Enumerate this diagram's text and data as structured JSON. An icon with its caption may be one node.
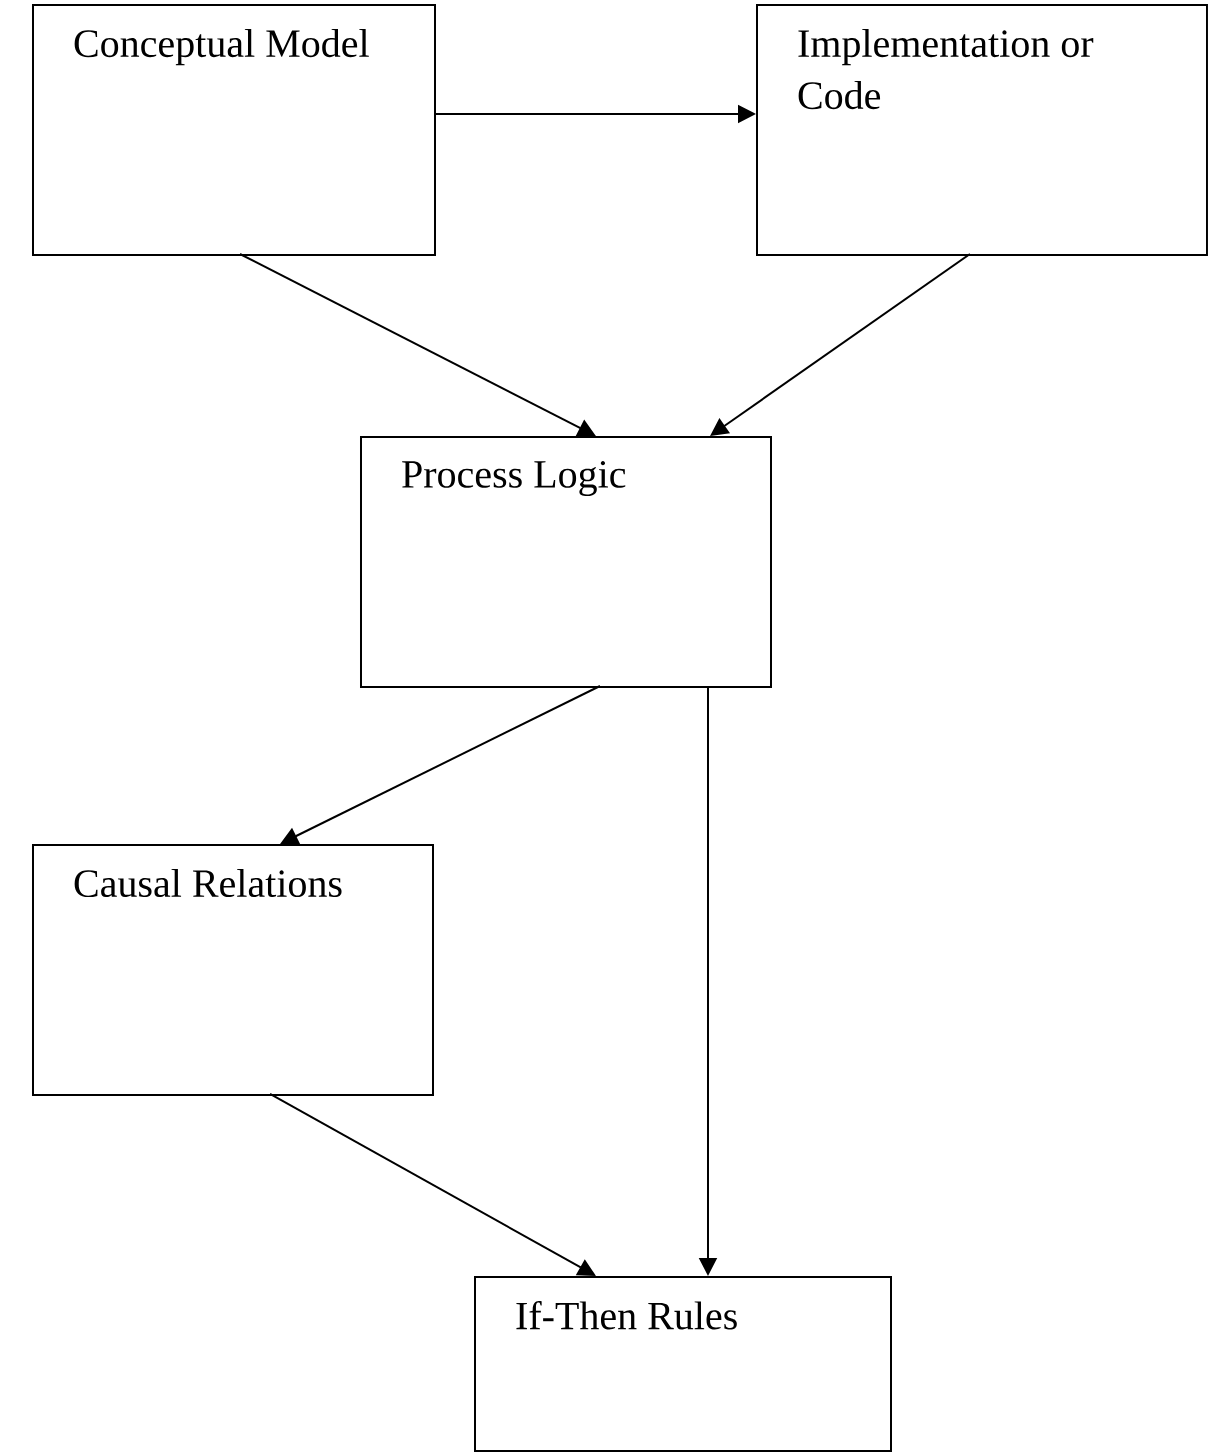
{
  "diagram": {
    "nodes": [
      {
        "text": [
          "Conceptual Model"
        ]
      },
      {
        "text": [
          "Implementation or Code"
        ]
      },
      {
        "text": [
          "Process Logic"
        ]
      },
      {
        "text": [
          "Causal Relations"
        ]
      },
      {
        "text": [
          "If-Then Rules"
        ]
      }
    ],
    "edges": [
      {
        "from": 0,
        "to": 1,
        "arrow": "to"
      },
      {
        "from": 0,
        "to": 2,
        "arrow": "to"
      },
      {
        "from": 1,
        "to": 2,
        "arrow": "to"
      },
      {
        "from": 2,
        "to": 3,
        "arrow": "to"
      },
      {
        "from": 2,
        "to": 4,
        "arrow": "to"
      },
      {
        "from": 3,
        "to": 4,
        "arrow": "to"
      }
    ]
  }
}
